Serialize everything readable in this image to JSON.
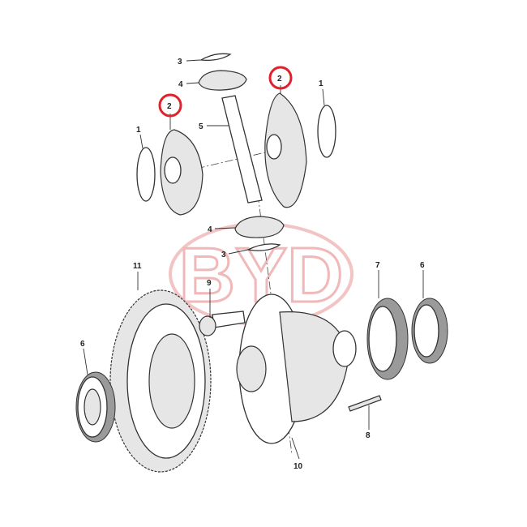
{
  "watermark": "BYD",
  "highlight_color": "#e0202a",
  "callouts": {
    "c3_top": "3",
    "c4_top": "4",
    "c2_left": "2",
    "c2_right": "2",
    "c1_left": "1",
    "c1_right": "1",
    "c5": "5",
    "c4_bottom": "4",
    "c3_bottom": "3",
    "c11": "11",
    "c9": "9",
    "c7": "7",
    "c6_right": "6",
    "c6_left": "6",
    "c8": "8",
    "c10": "10"
  }
}
